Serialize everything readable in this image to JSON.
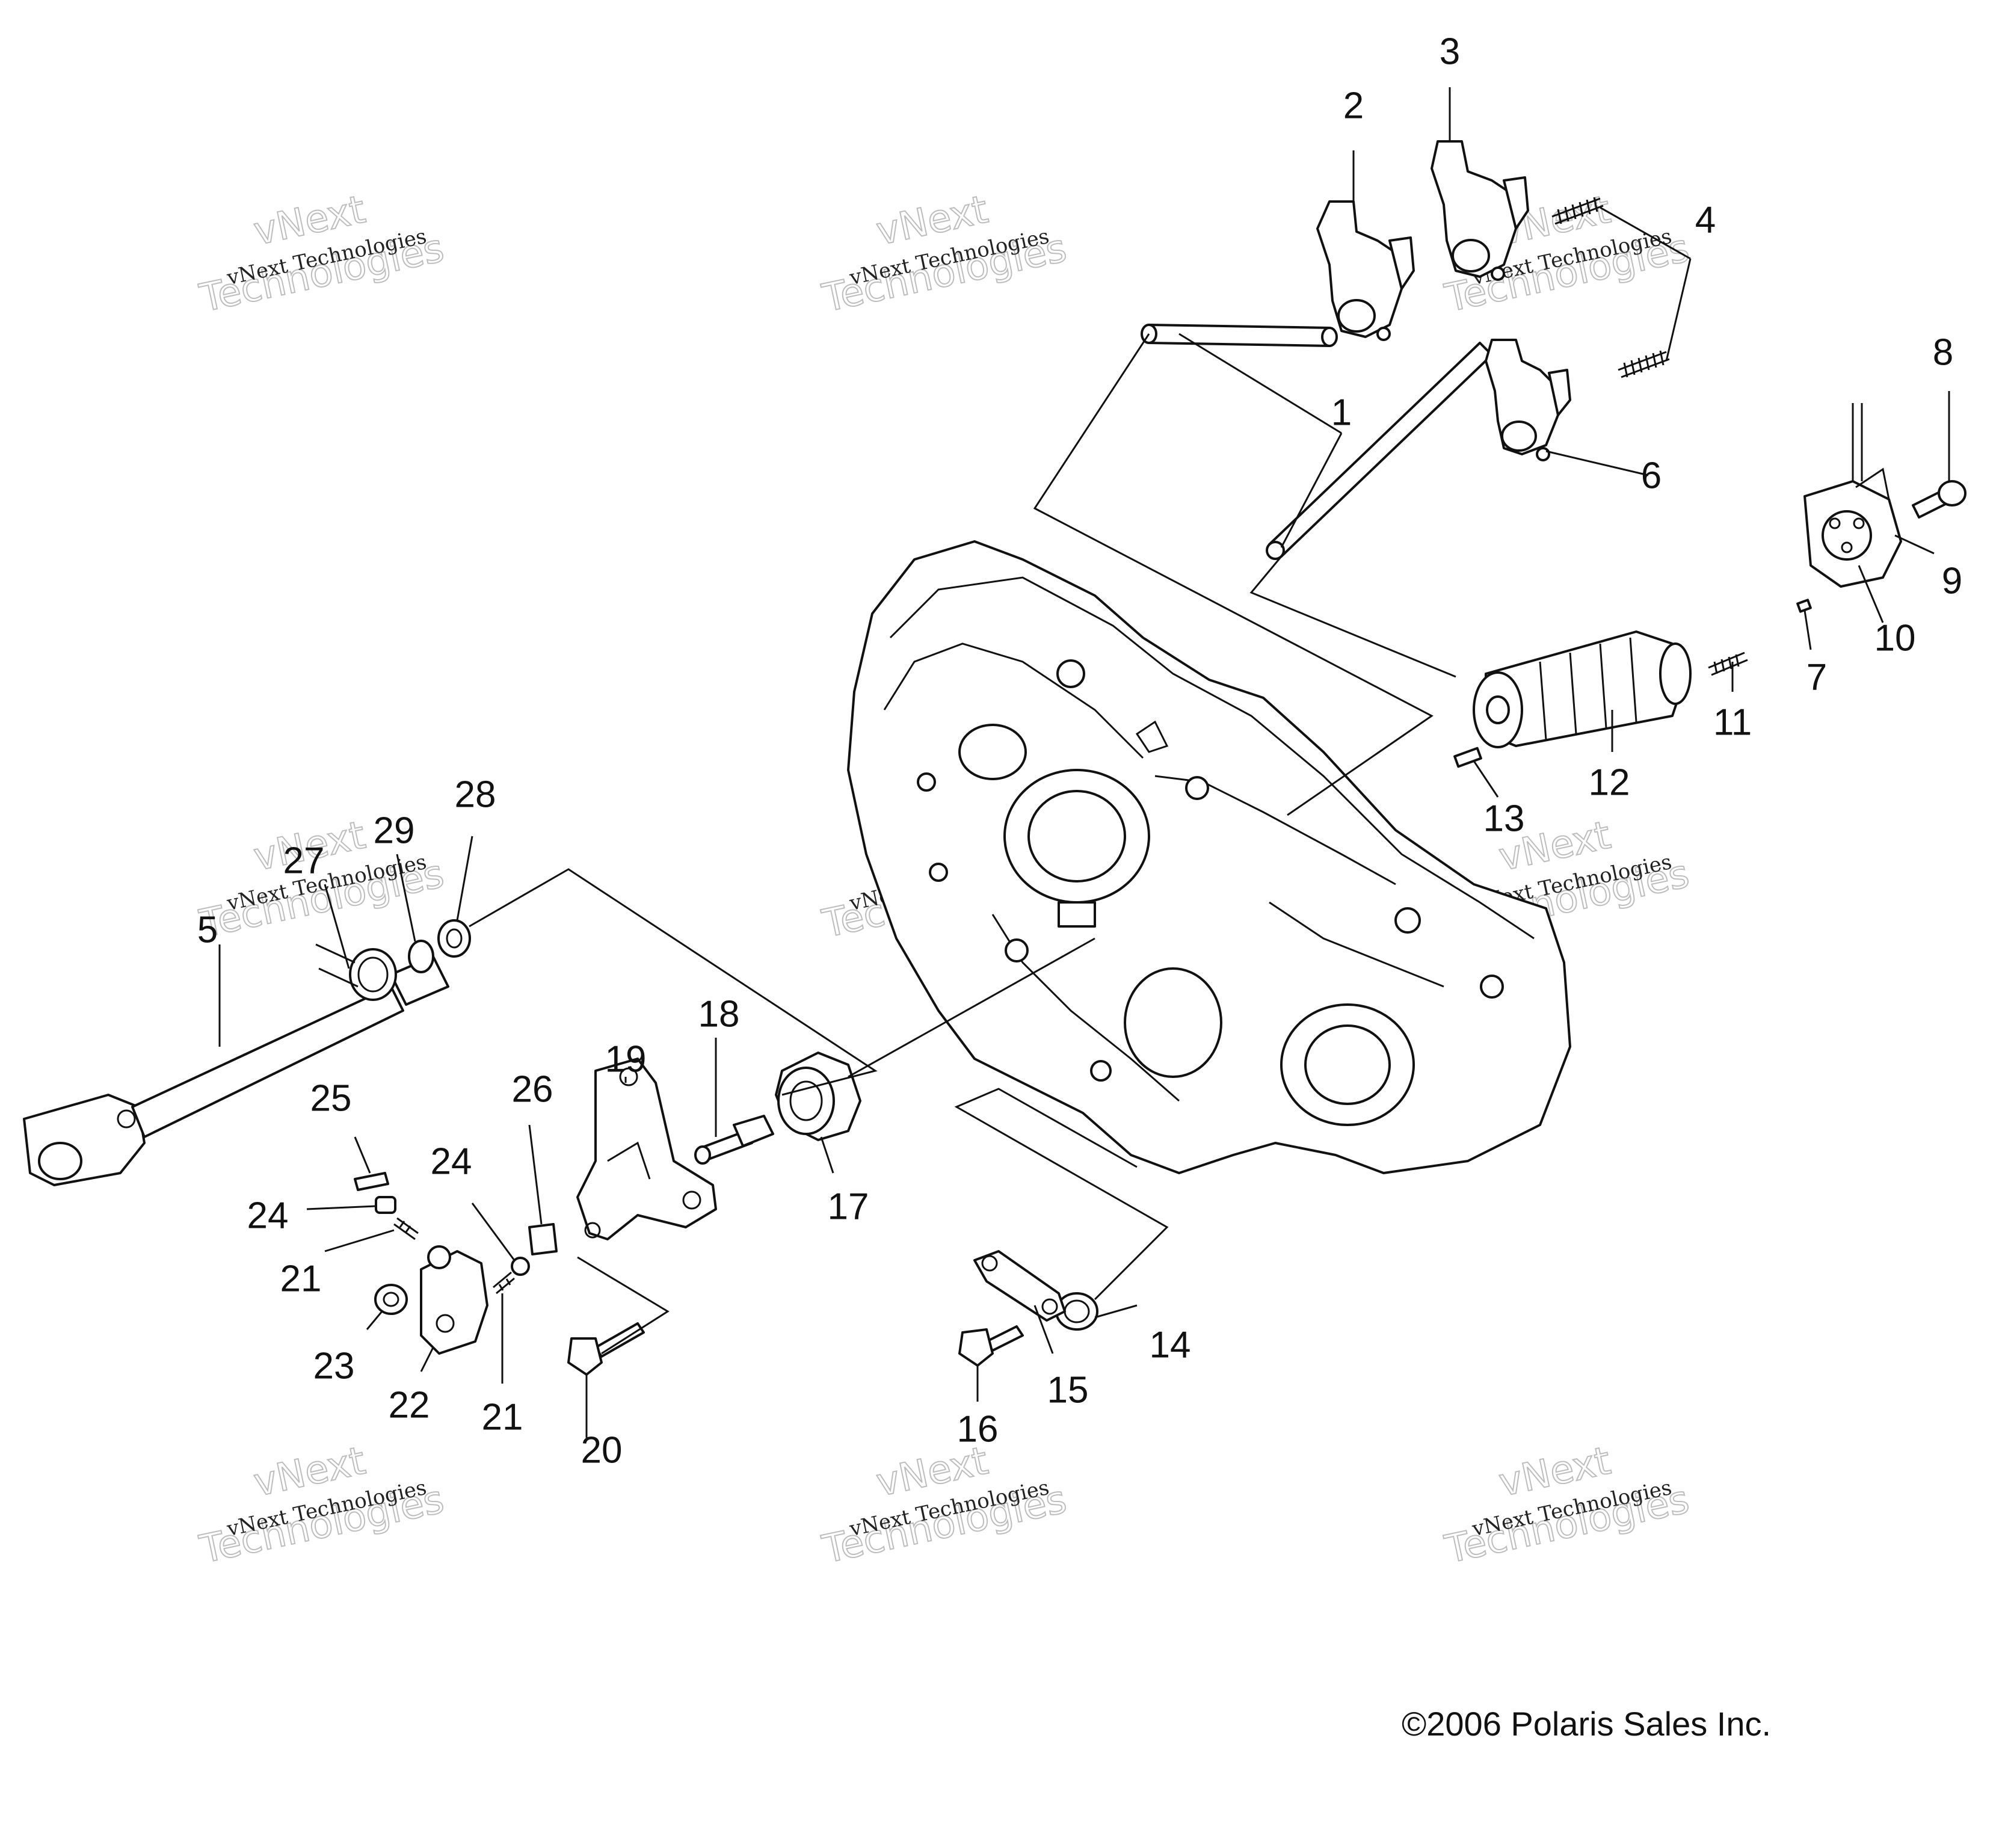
{
  "diagram": {
    "callouts": [
      "1",
      "2",
      "3",
      "4",
      "5",
      "6",
      "7",
      "8",
      "9",
      "10",
      "11",
      "12",
      "13",
      "14",
      "15",
      "16",
      "17",
      "18",
      "19",
      "20",
      "21",
      "21",
      "22",
      "23",
      "24",
      "24",
      "25",
      "26",
      "27",
      "28",
      "29"
    ],
    "watermark": {
      "line1": "vNext Technologies",
      "line2": "vNext",
      "line3": "Technologies"
    },
    "copyright": "©2006 Polaris Sales Inc."
  }
}
